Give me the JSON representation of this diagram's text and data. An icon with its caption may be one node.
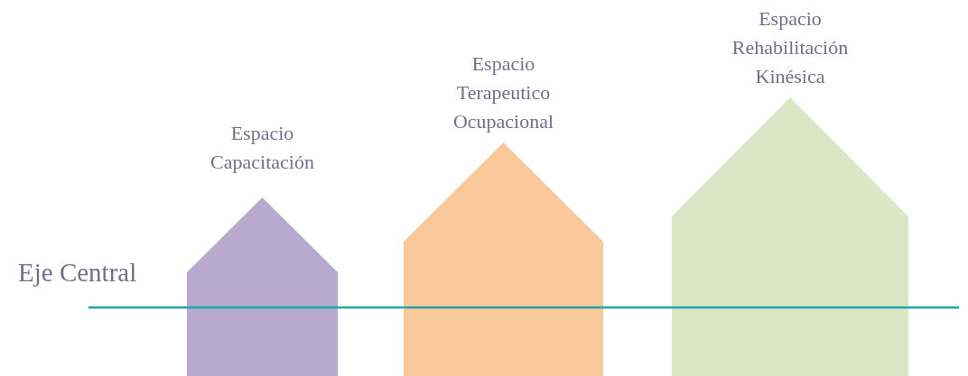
{
  "diagram": {
    "nodes": [
      {
        "text": [
          "Espacio Capacitación"
        ]
      },
      {
        "text": [
          "Espacio Terapeutico Ocupacional"
        ]
      },
      {
        "text": [
          "Espacio Rehabilitación Kinésica"
        ]
      }
    ],
    "labels": [
      "Eje Central"
    ]
  }
}
